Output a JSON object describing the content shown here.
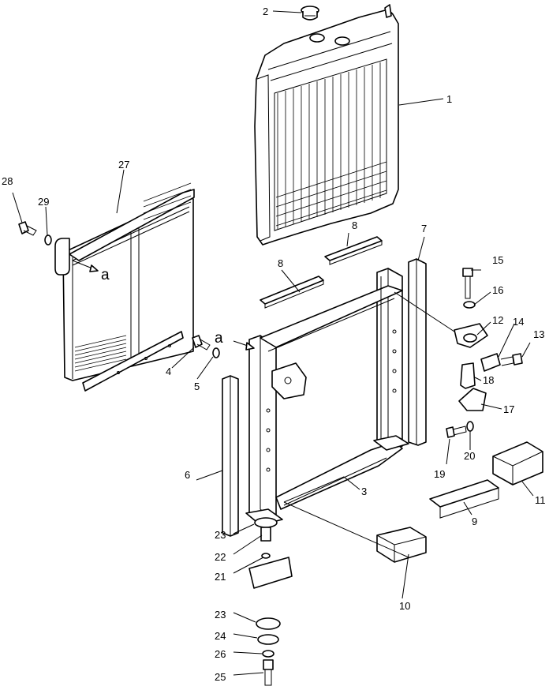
{
  "diagram": {
    "parts": [
      {
        "id": "p1",
        "label": "1"
      },
      {
        "id": "p2",
        "label": "2"
      },
      {
        "id": "p3",
        "label": "3"
      },
      {
        "id": "p4",
        "label": "4"
      },
      {
        "id": "p5",
        "label": "5"
      },
      {
        "id": "p6",
        "label": "6"
      },
      {
        "id": "p7",
        "label": "7"
      },
      {
        "id": "p8a",
        "label": "8"
      },
      {
        "id": "p8b",
        "label": "8"
      },
      {
        "id": "p9",
        "label": "9"
      },
      {
        "id": "p10",
        "label": "10"
      },
      {
        "id": "p11",
        "label": "11"
      },
      {
        "id": "p12",
        "label": "12"
      },
      {
        "id": "p13",
        "label": "13"
      },
      {
        "id": "p14",
        "label": "14"
      },
      {
        "id": "p15",
        "label": "15"
      },
      {
        "id": "p16",
        "label": "16"
      },
      {
        "id": "p17",
        "label": "17"
      },
      {
        "id": "p18",
        "label": "18"
      },
      {
        "id": "p19",
        "label": "19"
      },
      {
        "id": "p20",
        "label": "20"
      },
      {
        "id": "p21",
        "label": "21"
      },
      {
        "id": "p22",
        "label": "22"
      },
      {
        "id": "p23a",
        "label": "23"
      },
      {
        "id": "p23b",
        "label": "23"
      },
      {
        "id": "p24",
        "label": "24"
      },
      {
        "id": "p25",
        "label": "25"
      },
      {
        "id": "p26",
        "label": "26"
      },
      {
        "id": "p27",
        "label": "27"
      },
      {
        "id": "p28",
        "label": "28"
      },
      {
        "id": "p29",
        "label": "29"
      }
    ],
    "reference_marks": [
      {
        "id": "a1",
        "label": "a"
      },
      {
        "id": "a2",
        "label": "a"
      }
    ]
  }
}
